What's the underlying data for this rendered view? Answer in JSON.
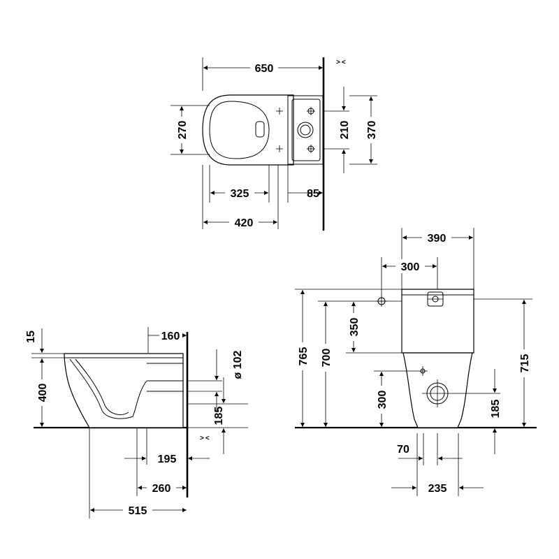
{
  "top_view": {
    "overall_length": "650",
    "seat_width": "270",
    "fixing_spacing": "210",
    "tank_width": "370",
    "bowl_to_axis": "325",
    "axis_to_wall": "85",
    "total_depth_axis": "420"
  },
  "side_view": {
    "rim_offset": "15",
    "rim_height": "400",
    "tank_setback": "160",
    "outlet_diameter": "ø 102",
    "outlet_height": "185",
    "outlet_to_wall": "195",
    "outlet_axis_to_wall": "260",
    "total_depth": "515"
  },
  "front_view": {
    "tank_width": "390",
    "button_offset": "300",
    "button_drop": "350",
    "total_height": "765",
    "tank_lid_height": "700",
    "right_height": "715",
    "water_inlet_height": "300",
    "outlet_height": "185",
    "fixing_half": "70",
    "fixing_spacing": "235"
  },
  "symbols": {
    "wall_marker": "> <"
  }
}
